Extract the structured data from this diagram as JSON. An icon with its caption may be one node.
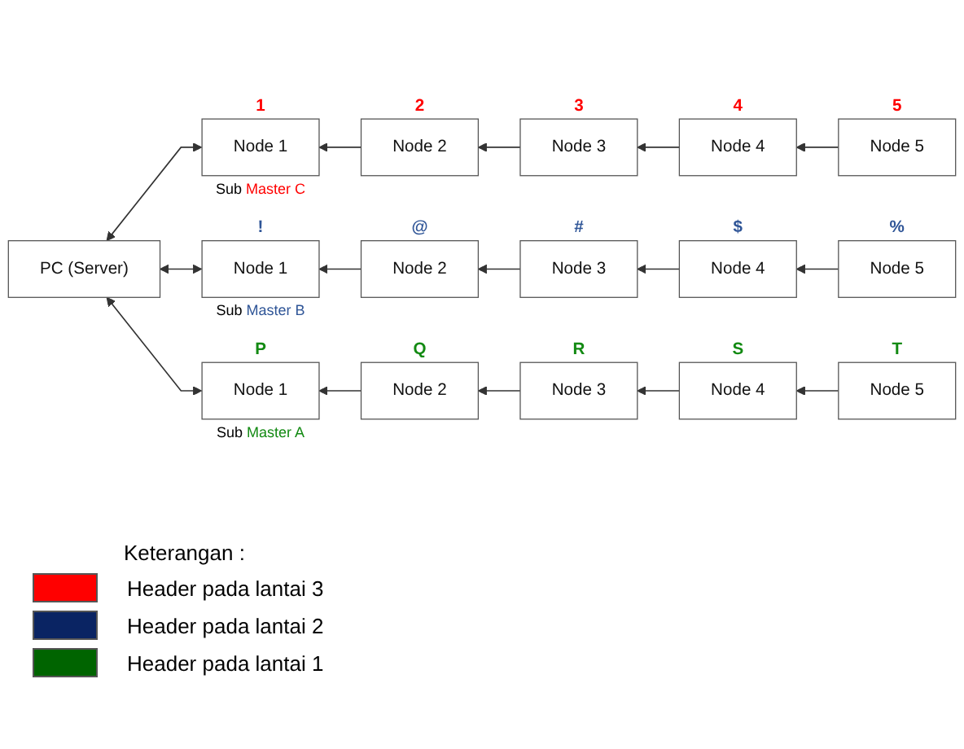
{
  "diagram": {
    "nodes": [
      {
        "text": [
          "PC (Server)"
        ]
      },
      {
        "text": [
          "Node 1"
        ],
        "beside": [
          "1",
          "Sub Master C"
        ]
      },
      {
        "text": [
          "Node 2"
        ],
        "beside": [
          "2"
        ]
      },
      {
        "text": [
          "Node 3"
        ],
        "beside": [
          "3"
        ]
      },
      {
        "text": [
          "Node 4"
        ],
        "beside": [
          "4"
        ]
      },
      {
        "text": [
          "Node 5"
        ],
        "beside": [
          "5"
        ]
      },
      {
        "text": [
          "Node 1"
        ],
        "beside": [
          "!",
          "Sub Master B"
        ]
      },
      {
        "text": [
          "Node 2"
        ],
        "beside": [
          "@"
        ]
      },
      {
        "text": [
          "Node 3"
        ],
        "beside": [
          "#"
        ]
      },
      {
        "text": [
          "Node 4"
        ],
        "beside": [
          "$"
        ]
      },
      {
        "text": [
          "Node 5"
        ],
        "beside": [
          "%"
        ]
      },
      {
        "text": [
          "Node 1"
        ],
        "beside": [
          "P",
          "Sub Master A"
        ]
      },
      {
        "text": [
          "Node 2"
        ],
        "beside": [
          "Q"
        ]
      },
      {
        "text": [
          "Node 3"
        ],
        "beside": [
          "R"
        ]
      },
      {
        "text": [
          "Node 4"
        ],
        "beside": [
          "S"
        ]
      },
      {
        "text": [
          "Node 5"
        ],
        "beside": [
          "T"
        ]
      }
    ],
    "edges": [
      {
        "from": 1,
        "to": 0,
        "arrow": "both"
      },
      {
        "from": 6,
        "to": 0,
        "arrow": "both"
      },
      {
        "from": 11,
        "to": 0,
        "arrow": "both"
      },
      {
        "from": 2,
        "to": 1,
        "arrow": "to"
      },
      {
        "from": 3,
        "to": 2,
        "arrow": "to"
      },
      {
        "from": 4,
        "to": 3,
        "arrow": "to"
      },
      {
        "from": 5,
        "to": 4,
        "arrow": "to"
      },
      {
        "from": 7,
        "to": 6,
        "arrow": "to"
      },
      {
        "from": 8,
        "to": 7,
        "arrow": "to"
      },
      {
        "from": 9,
        "to": 8,
        "arrow": "to"
      },
      {
        "from": 10,
        "to": 9,
        "arrow": "to"
      },
      {
        "from": 12,
        "to": 11,
        "arrow": "to"
      },
      {
        "from": 13,
        "to": 12,
        "arrow": "to"
      },
      {
        "from": 14,
        "to": 13,
        "arrow": "to"
      },
      {
        "from": 15,
        "to": 14,
        "arrow": "to"
      }
    ],
    "labels": [
      "Keterangan :"
    ],
    "legend": [
      {
        "text": "Header pada lantai 3",
        "color": "#ff0000"
      },
      {
        "text": "Header pada lantai 2",
        "color": "#0a2463"
      },
      {
        "text": "Header pada lantai 1",
        "color": "#006400"
      }
    ]
  }
}
